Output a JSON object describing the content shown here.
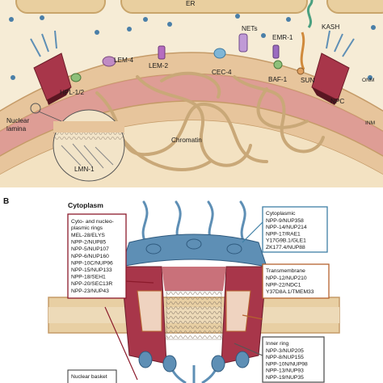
{
  "panel_a": {
    "letter": "",
    "labels": {
      "er": "ER",
      "nets": "NETs",
      "emr1": "EMR-1",
      "kash": "KASH",
      "lem4": "LEM-4",
      "hpl": "HPL-1/2",
      "lem2": "LEM-2",
      "cec4": "CEC-4",
      "baf1": "BAF-1",
      "sun": "SUN",
      "onm": "ONM",
      "inm": "INM",
      "npc": "NPC",
      "lamina_1": "Nuclear",
      "lamina_2": "lamina",
      "chromatin": "Chromatin",
      "lmn1": "LMN-1"
    }
  },
  "panel_b": {
    "letter": "B",
    "cytoplasm": "Cytoplasm",
    "boxes": {
      "rings": {
        "title_1": "Cyto- and nucleo-",
        "title_2": "plasmic rings",
        "items": [
          "MEL-28/ELYS",
          "NPP-2/NUP85",
          "NPP-5/NUP107",
          "NPP-6/NUP160",
          "NPP-10C/NUP96",
          "NPP-15/NUP133",
          "NPP-18/SEH1",
          "NPP-20/SEC13R",
          "NPP-23/NUP43"
        ],
        "color": "#8b1a2b"
      },
      "cytoplasmic": {
        "title": "Cytoplasmic",
        "items": [
          "NPP-9/NUP358",
          "NPP-14/NUP214",
          "NPP-17/RAE1",
          "Y17G9B.1/GLE1",
          "ZK177.4/NUP88"
        ],
        "color": "#3f7fa6"
      },
      "transmembrane": {
        "title": "Transmembrane",
        "items": [
          "NPP-12/NUP210",
          "NPP-22/NDC1",
          "Y37D8A.1/TMEM33"
        ],
        "color": "#b5622e"
      },
      "inner": {
        "title": "Inner ring",
        "items": [
          "NPP-3/NUP205",
          "NPP-8/NUP155",
          "NPP-10N/NUP98",
          "NPP-13/NUP93",
          "NPP-19/NUP35"
        ],
        "color": "#555555"
      },
      "basket": {
        "title": "Nuclear basket"
      }
    }
  },
  "colors": {
    "membrane": "#e8cfa3",
    "cytosol": "#f3e6c6",
    "nucleoplasm": "#f2e4c8",
    "lamina": "#d98a8a",
    "npc_red": "#b83a4b",
    "npc_blue": "#5e8fb5",
    "chromatin": "#c8a878"
  }
}
